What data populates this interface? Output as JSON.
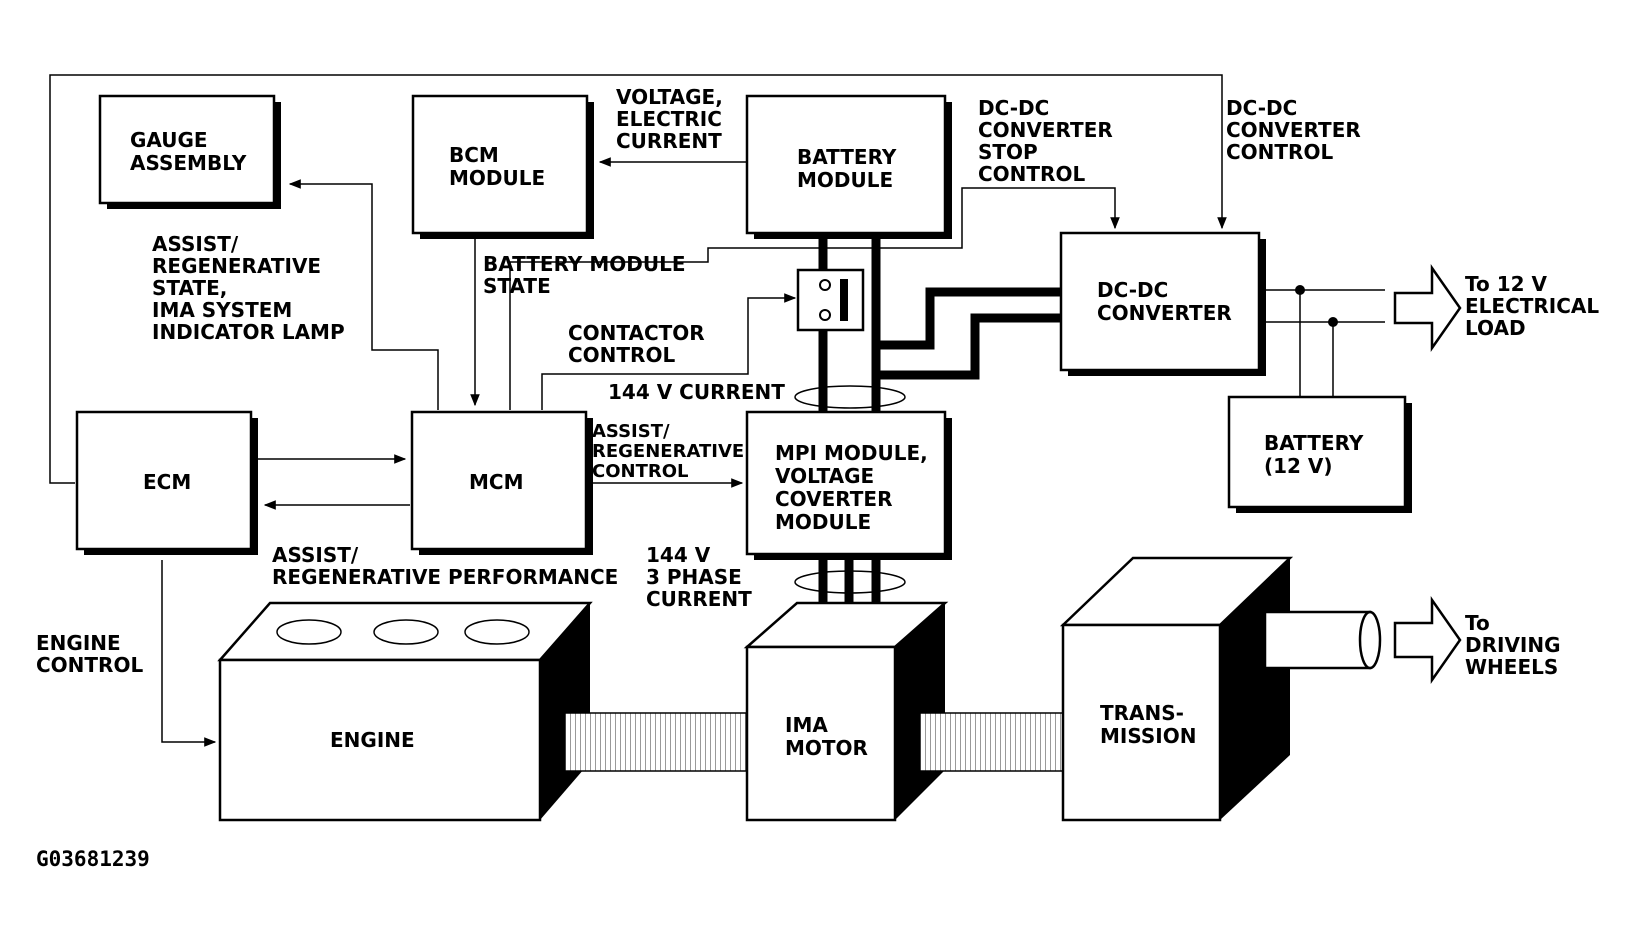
{
  "boxes": {
    "gauge": [
      "GAUGE",
      "ASSEMBLY"
    ],
    "bcm": [
      "BCM",
      "MODULE"
    ],
    "battery_module": [
      "BATTERY",
      "MODULE"
    ],
    "dcdc": [
      "DC-DC",
      "CONVERTER"
    ],
    "battery12": [
      "BATTERY",
      "(12 V)"
    ],
    "ecm": [
      "ECM"
    ],
    "mcm": [
      "MCM"
    ],
    "mpi": [
      "MPI MODULE,",
      "VOLTAGE",
      "COVERTER",
      "MODULE"
    ],
    "engine": [
      "ENGINE"
    ],
    "ima": [
      "IMA",
      "MOTOR"
    ],
    "trans": [
      "TRANS-",
      "MISSION"
    ]
  },
  "labels": {
    "voltage_current": [
      "VOLTAGE,",
      "ELECTRIC",
      "CURRENT"
    ],
    "dcdc_stop": [
      "DC-DC",
      "CONVERTER",
      "STOP",
      "CONTROL"
    ],
    "dcdc_control": [
      "DC-DC",
      "CONVERTER",
      "CONTROL"
    ],
    "assist_state": [
      "ASSIST/",
      "REGENERATIVE",
      "STATE,",
      "IMA SYSTEM",
      "INDICATOR LAMP"
    ],
    "battery_state": [
      "BATTERY MODULE",
      "STATE"
    ],
    "contactor": [
      "CONTACTOR",
      "CONTROL"
    ],
    "current_144": "144 V CURRENT",
    "assist_control": [
      "ASSIST/",
      "REGENERATIVE",
      "CONTROL"
    ],
    "assist_perf": [
      "ASSIST/",
      "REGENERATIVE PERFORMANCE"
    ],
    "phase_144": [
      "144 V",
      "3 PHASE",
      "CURRENT"
    ],
    "engine_control": [
      "ENGINE",
      "CONTROL"
    ],
    "to_12v": [
      "To 12 V",
      "ELECTRICAL",
      "LOAD"
    ],
    "to_wheels": [
      "To",
      "DRIVING",
      "WHEELS"
    ]
  },
  "figure_id": "G03681239"
}
